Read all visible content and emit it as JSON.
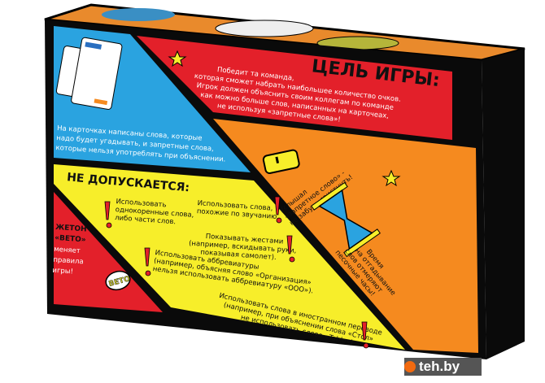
{
  "goal": {
    "title": "ЦЕЛЬ ИГРЫ:",
    "lines": [
      "Победит та команда,",
      "которая сможет набрать наибольшее количество очков.",
      "Игрок должен объяснить своим коллегам по команде",
      "как можно больше слов, написанных на карточеах,",
      "не используя «запретные слова»!"
    ]
  },
  "cards_info": {
    "lines": [
      "На карточках  написаны слова, которые",
      "надо будет угадывать, и запретные слова,",
      "которые нельзя употреблять при объяснении."
    ]
  },
  "not_allowed": {
    "title": "НЕ ДОПУСКАЕТСЯ:",
    "rules": [
      [
        "Использовать",
        "однокоренные слова,",
        "либо части слов."
      ],
      [
        "Использовать слова,",
        "похожие по звучанию."
      ],
      [
        "Показывать жестами",
        "(например, вскидывать руки,",
        "показывая самолет)."
      ],
      [
        "Использовать аббревиатуры",
        "(например, объясняя слово «Организация»",
        "нельзя использовать аббревиатуру «ООО»)."
      ],
      [
        "Использовать слова в иностранном переводе",
        "(например, при объяснении слова «Стол»",
        "не использовать слово «Table»)."
      ]
    ]
  },
  "veto": {
    "lines": [
      "ЖЕТОН",
      "«ВЕТО»",
      "меняет",
      "правила",
      "игры!"
    ],
    "token_label": "ВЕТО"
  },
  "whistle_note": [
    "Услышал",
    "«запретное слово» -",
    "не забудь свистнуть!"
  ],
  "timer_note": [
    "Время",
    "на отгадывание",
    "слов отмеряют",
    "песочные часы!"
  ],
  "watermark": "teh.by",
  "colors": {
    "blue": "#2aa3e0",
    "red": "#e3202a",
    "orange": "#f58a1f",
    "yellow": "#f7ee2a",
    "black": "#0a0a0a"
  }
}
